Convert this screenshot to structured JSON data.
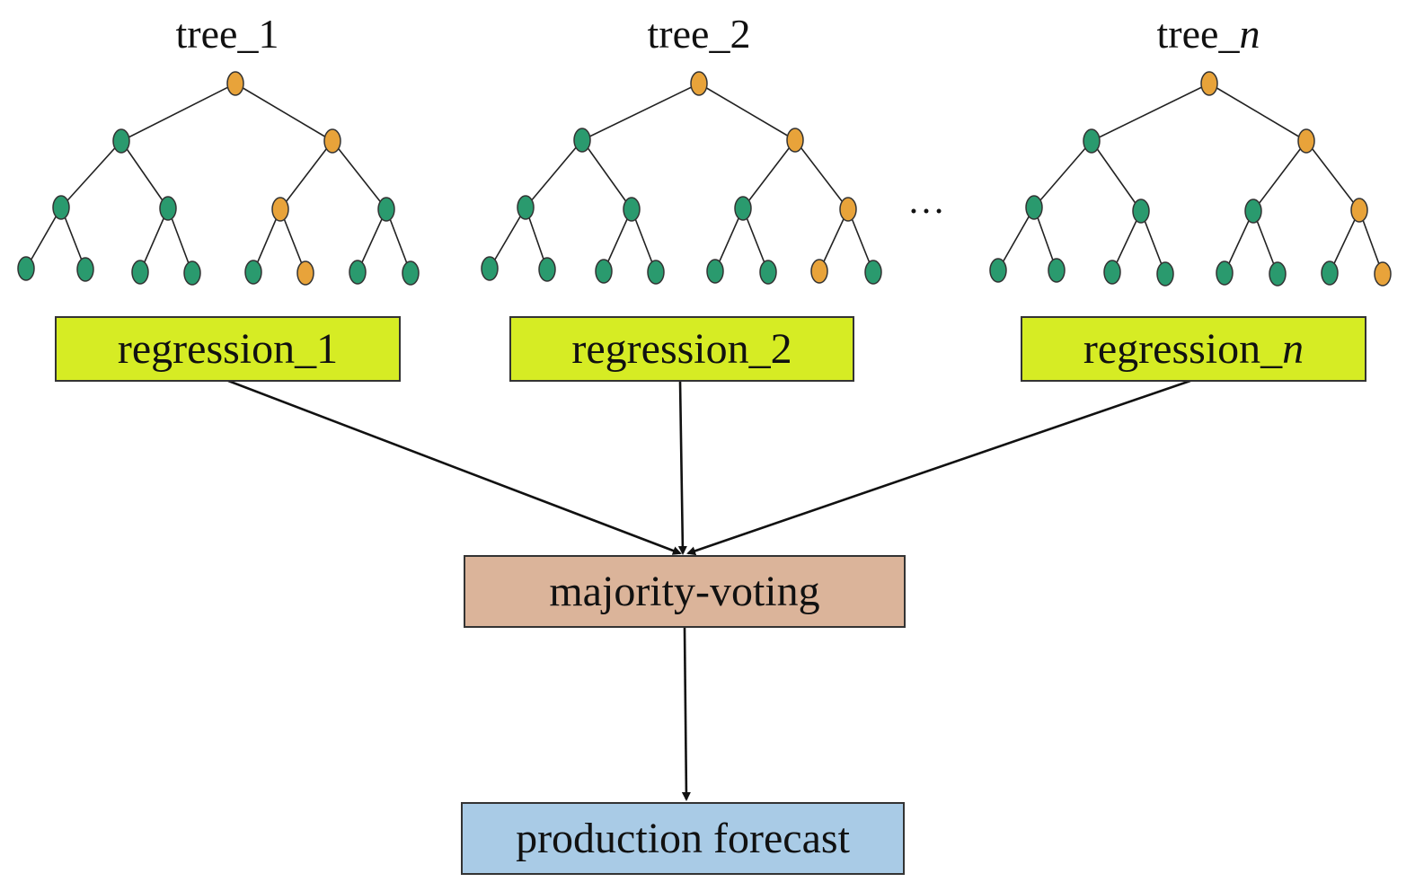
{
  "trees": [
    {
      "prefix": "tree_",
      "suffix": "1",
      "suffix_italic": false,
      "nodes": [
        "o",
        "g",
        "o",
        "g",
        "g",
        "o",
        "g",
        "g",
        "g",
        "g",
        "g",
        "g",
        "o",
        "g",
        "g"
      ]
    },
    {
      "prefix": "tree_",
      "suffix": "2",
      "suffix_italic": false,
      "nodes": [
        "o",
        "g",
        "o",
        "g",
        "g",
        "g",
        "o",
        "g",
        "g",
        "g",
        "g",
        "g",
        "g",
        "o",
        "g"
      ]
    },
    {
      "prefix": "tree_",
      "suffix": "n",
      "suffix_italic": true,
      "nodes": [
        "o",
        "g",
        "o",
        "g",
        "g",
        "g",
        "o",
        "g",
        "g",
        "g",
        "g",
        "g",
        "g",
        "g",
        "o"
      ]
    }
  ],
  "ellipsis": "…",
  "regressions": [
    {
      "prefix": "regression_",
      "suffix": "1",
      "suffix_italic": false
    },
    {
      "prefix": "regression_",
      "suffix": "2",
      "suffix_italic": false
    },
    {
      "prefix": "regression_",
      "suffix": "n",
      "suffix_italic": true
    }
  ],
  "aggregation_label": "majority-voting",
  "output_label": "production forecast",
  "colors": {
    "orange_node": "#e8a33a",
    "green_node": "#2a9a6e",
    "regression_box": "#d6ec24",
    "voting_box": "#dbb49a",
    "forecast_box": "#a9cbe6",
    "edge": "#222222"
  }
}
